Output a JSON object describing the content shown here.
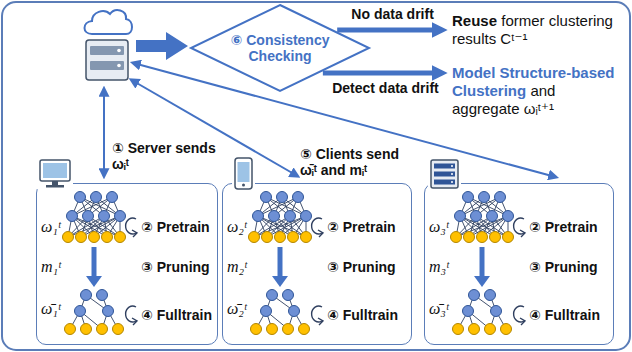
{
  "diagram": {
    "nodes": [
      {
        "text": [
          "⑥ Consistency Checking"
        ]
      },
      {
        "text": [
          "Reuse",
          "former clustering results Cᵗ⁻¹"
        ]
      },
      {
        "text": [
          "Model Structure-based Clustering",
          "and aggregate ωᵢᵗ⁺¹"
        ]
      },
      {
        "text": [
          "ω₁ᵗ",
          "② Pretrain",
          "m₁ᵗ",
          "③ Pruning",
          "ω̄₁ᵗ",
          "④ Fulltrain"
        ]
      },
      {
        "text": [
          "ω₂ᵗ",
          "② Pretrain",
          "m₂ᵗ",
          "③ Pruning",
          "ω̄₂ᵗ",
          "④ Fulltrain"
        ]
      },
      {
        "text": [
          "ω₃ᵗ",
          "② Pretrain",
          "m₃ᵗ",
          "③ Pruning",
          "ω̄₃ᵗ",
          "④ Fulltrain"
        ]
      }
    ],
    "edges": [
      {
        "from": 0,
        "to": 1,
        "arrow": "to",
        "label": "No data drift"
      },
      {
        "from": 0,
        "to": 2,
        "arrow": "to",
        "label": "Detect data drift"
      }
    ],
    "labels": [
      "① Server sends ωᵢᵗ",
      "⑤ Clients send ω̄ᵢᵗ and mᵢᵗ"
    ]
  }
}
